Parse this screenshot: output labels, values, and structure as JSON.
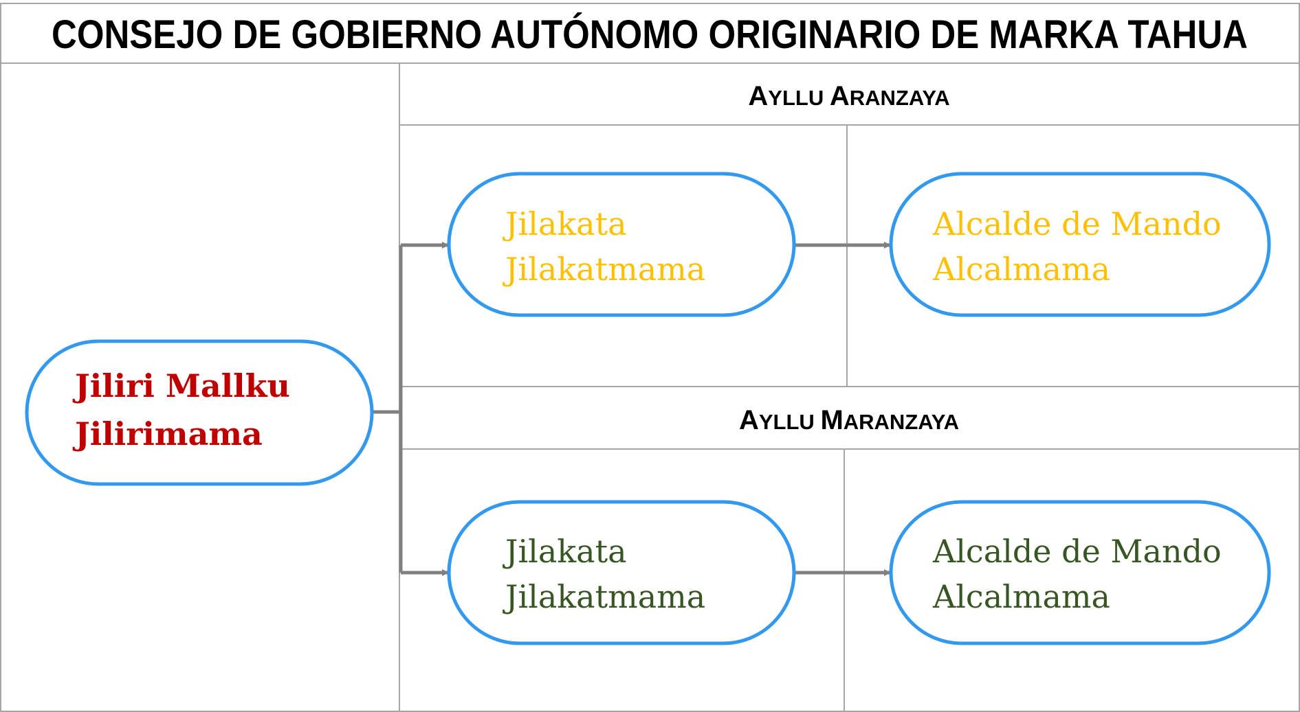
{
  "title": "CONSEJO DE GOBIERNO AUTÓNOMO ORIGINARIO DE MARKA TAHUA",
  "colors": {
    "border": "#a6a6a6",
    "node_outline": "#3399ee",
    "connector": "#808080",
    "root_text": "#c00000",
    "aranzaya_text": "#ffc000",
    "maranzaya_text": "#375623"
  },
  "sections": {
    "aranzaya": {
      "first": "A",
      "rest": "YLLU ",
      "first2": "A",
      "rest2": "RANZAYA"
    },
    "maranzaya": {
      "first": "A",
      "rest": "YLLU ",
      "first2": "M",
      "rest2": "ARANZAYA"
    }
  },
  "nodes": {
    "root": {
      "line1": "Jiliri  Mallku",
      "line2": "Jilirimama"
    },
    "aranzaya_jilakata": {
      "line1": "Jilakata",
      "line2": "Jilakatmama"
    },
    "aranzaya_alcalde": {
      "line1": "Alcalde de Mando",
      "line2": "Alcalmama"
    },
    "maranzaya_jilakata": {
      "line1": "Jilakata",
      "line2": "Jilakatmama"
    },
    "maranzaya_alcalde": {
      "line1": "Alcalde de Mando",
      "line2": "Alcalmama"
    }
  }
}
